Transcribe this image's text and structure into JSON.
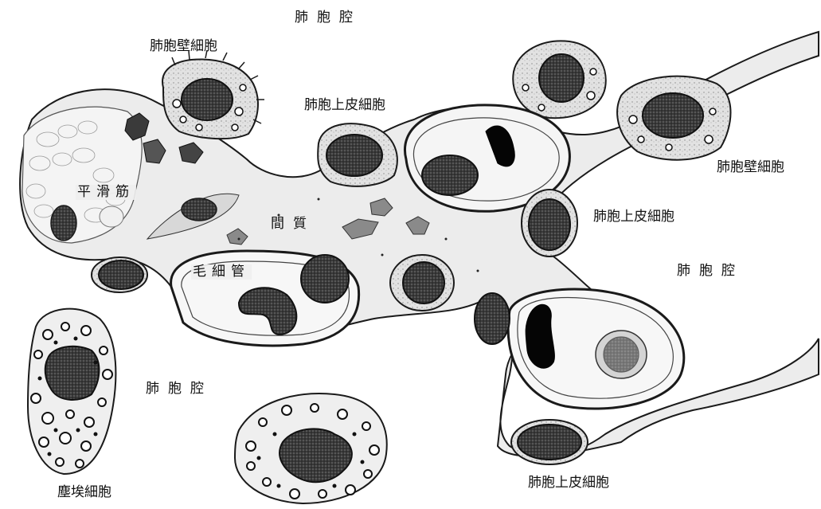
{
  "labels": {
    "alveolus_top": "肺胞腔",
    "wall_cell_top": "肺胞壁細胞",
    "epithelial_top": "肺胞上皮細胞",
    "wall_cell_right": "肺胞壁細胞",
    "smooth_muscle": "平滑筋",
    "interstitium": "間質",
    "epithelial_right": "肺胞上皮細胞",
    "alveolus_right": "肺胞腔",
    "capillary": "毛細管",
    "alveolus_left": "肺胞腔",
    "dust_cell": "塵埃細胞",
    "epithelial_bottom": "肺胞上皮細胞"
  },
  "colors": {
    "stroke": "#1a1a1a",
    "septum_fill": "#ececec",
    "nucleus": "#2a2a2a",
    "erythrocyte": "#050505",
    "cytoplasm": "#dcdcdc"
  }
}
